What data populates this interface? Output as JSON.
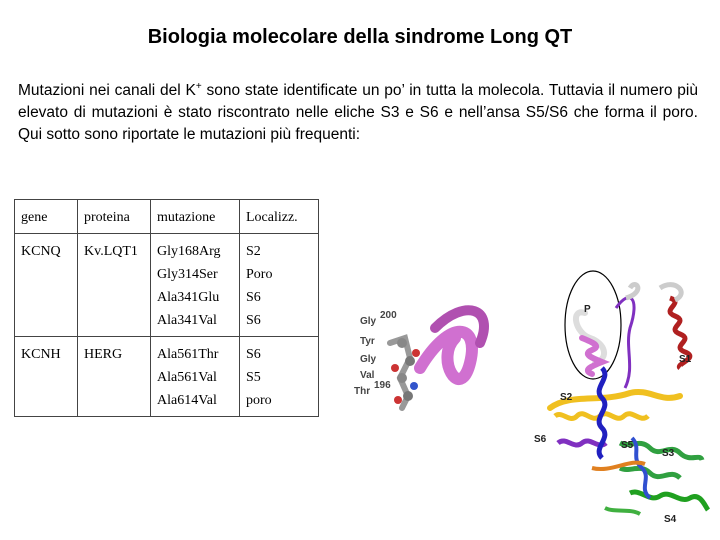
{
  "title": "Biologia molecolare della sindrome Long QT",
  "intro": {
    "part1": "Mutazioni nei canali del K",
    "sup": "+",
    "part2": " sono state identificate un po’ in tutta la molecola. Tuttavia il numero più elevato di mutazioni è stato riscontrato nelle eliche S3 e S6 e nell’ansa S5/S6 che forma il poro. Qui sotto sono riportate le mutazioni più frequenti:"
  },
  "table": {
    "headers": [
      "gene",
      "proteina",
      "mutazione",
      "Localizz."
    ],
    "rows": [
      {
        "gene": "KCNQ",
        "protein": "Kv.LQT1",
        "mutations": [
          "Gly168Arg",
          "Gly314Ser",
          "Ala341Glu",
          "Ala341Val"
        ],
        "locations": [
          "S2",
          "Poro",
          "S6",
          "S6"
        ]
      },
      {
        "gene": "KCNH",
        "protein": "HERG",
        "mutations": [
          "Ala561Thr",
          "Ala561Val",
          "Ala614Val"
        ],
        "locations": [
          "S6",
          "S5",
          "poro"
        ]
      }
    ]
  },
  "figure": {
    "residues": [
      "Gly",
      "Tyr",
      "Gly",
      "Val",
      "Thr"
    ],
    "residue_numbers": [
      "200",
      "196"
    ],
    "labels": {
      "p": "P",
      "s1": "S1",
      "s2": "S2",
      "s3": "S3",
      "s4": "S4",
      "s5": "S5",
      "s6": "S6"
    },
    "colors": {
      "pore": "#d070d0",
      "s1": "#b02020",
      "s2": "#f0c020",
      "s3": "#208020",
      "s4": "#30a030",
      "s5": "#2020c0",
      "s6": "#8030c0"
    }
  }
}
